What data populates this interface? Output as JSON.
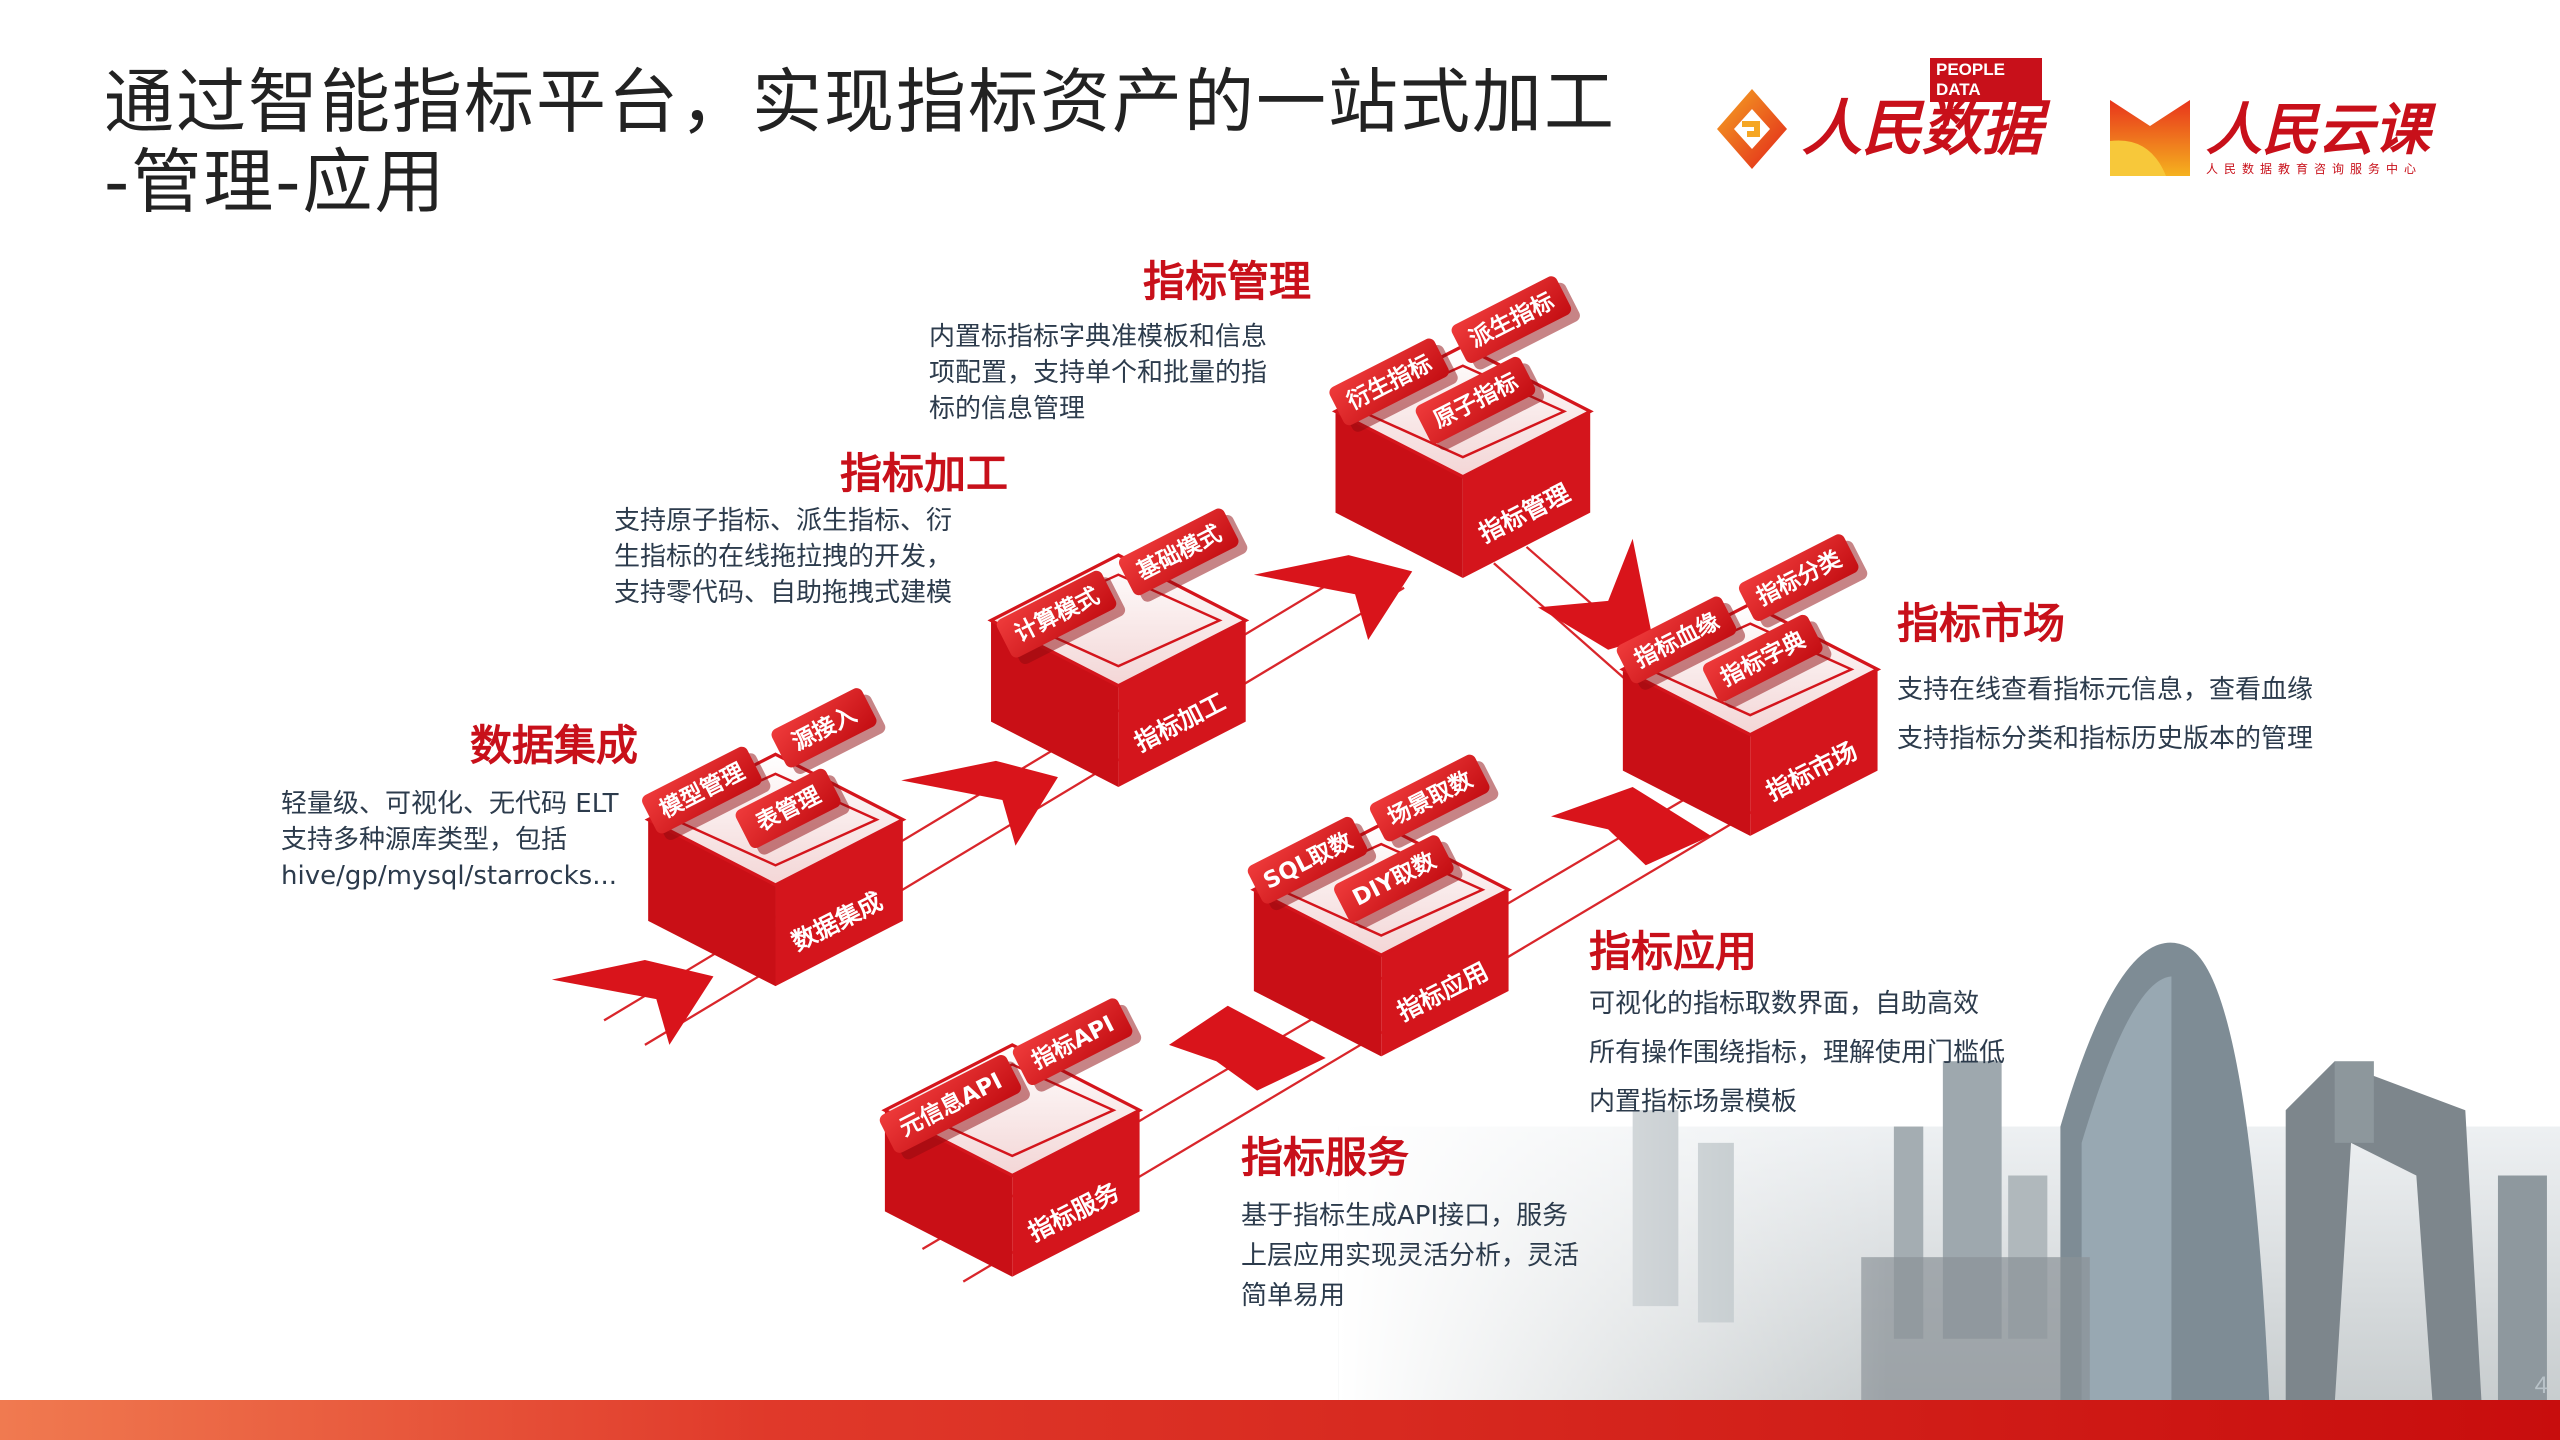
{
  "title": {
    "line1": "通过智能指标平台，实现指标资产的一站式加工",
    "line2": "-管理-应用"
  },
  "logos": {
    "people_data": {
      "text": "人民数据",
      "badge": "PEOPLE DATA"
    },
    "people_cloud": {
      "text": "人民云课",
      "subtitle": "人民数据教育咨询服务中心"
    }
  },
  "colors": {
    "accent": "#c8101a",
    "text": "#2c3b4c"
  },
  "modules": [
    {
      "key": "integration",
      "title": "数据集成",
      "cube_label": "数据集成",
      "tags": [
        "模型管理",
        "源接入",
        "表管理"
      ],
      "desc": [
        "轻量级、可视化、无代码 ELT",
        "支持多种源库类型，包括",
        "hive/gp/mysql/starrocks..."
      ]
    },
    {
      "key": "processing",
      "title": "指标加工",
      "cube_label": "指标加工",
      "tags": [
        "计算模式",
        "基础模式"
      ],
      "desc": [
        "支持原子指标、派生指标、衍",
        "生指标的在线拖拉拽的开发，",
        "支持零代码、自助拖拽式建模"
      ]
    },
    {
      "key": "management",
      "title": "指标管理",
      "cube_label": "指标管理",
      "tags": [
        "衍生指标",
        "派生指标",
        "原子指标"
      ],
      "desc": [
        "内置标指标字典准模板和信息",
        "项配置，支持单个和批量的指",
        "标的信息管理"
      ]
    },
    {
      "key": "market",
      "title": "指标市场",
      "cube_label": "指标市场",
      "tags": [
        "指标血缘",
        "指标分类",
        "指标字典"
      ],
      "desc": [
        "支持在线查看指标元信息，查看血缘",
        "支持指标分类和指标历史版本的管理"
      ]
    },
    {
      "key": "application",
      "title": "指标应用",
      "cube_label": "指标应用",
      "tags": [
        "SQL取数",
        "场景取数",
        "DIY取数"
      ],
      "desc": [
        "可视化的指标取数界面，自助高效",
        "所有操作围绕指标，理解使用门槛低",
        "内置指标场景模板"
      ]
    },
    {
      "key": "service",
      "title": "指标服务",
      "cube_label": "指标服务",
      "tags": [
        "元信息API",
        "指标API"
      ],
      "desc": [
        "基于指标生成API接口，服务",
        "上层应用实现灵活分析，灵活",
        "简单易用"
      ]
    }
  ],
  "page_number": "4"
}
